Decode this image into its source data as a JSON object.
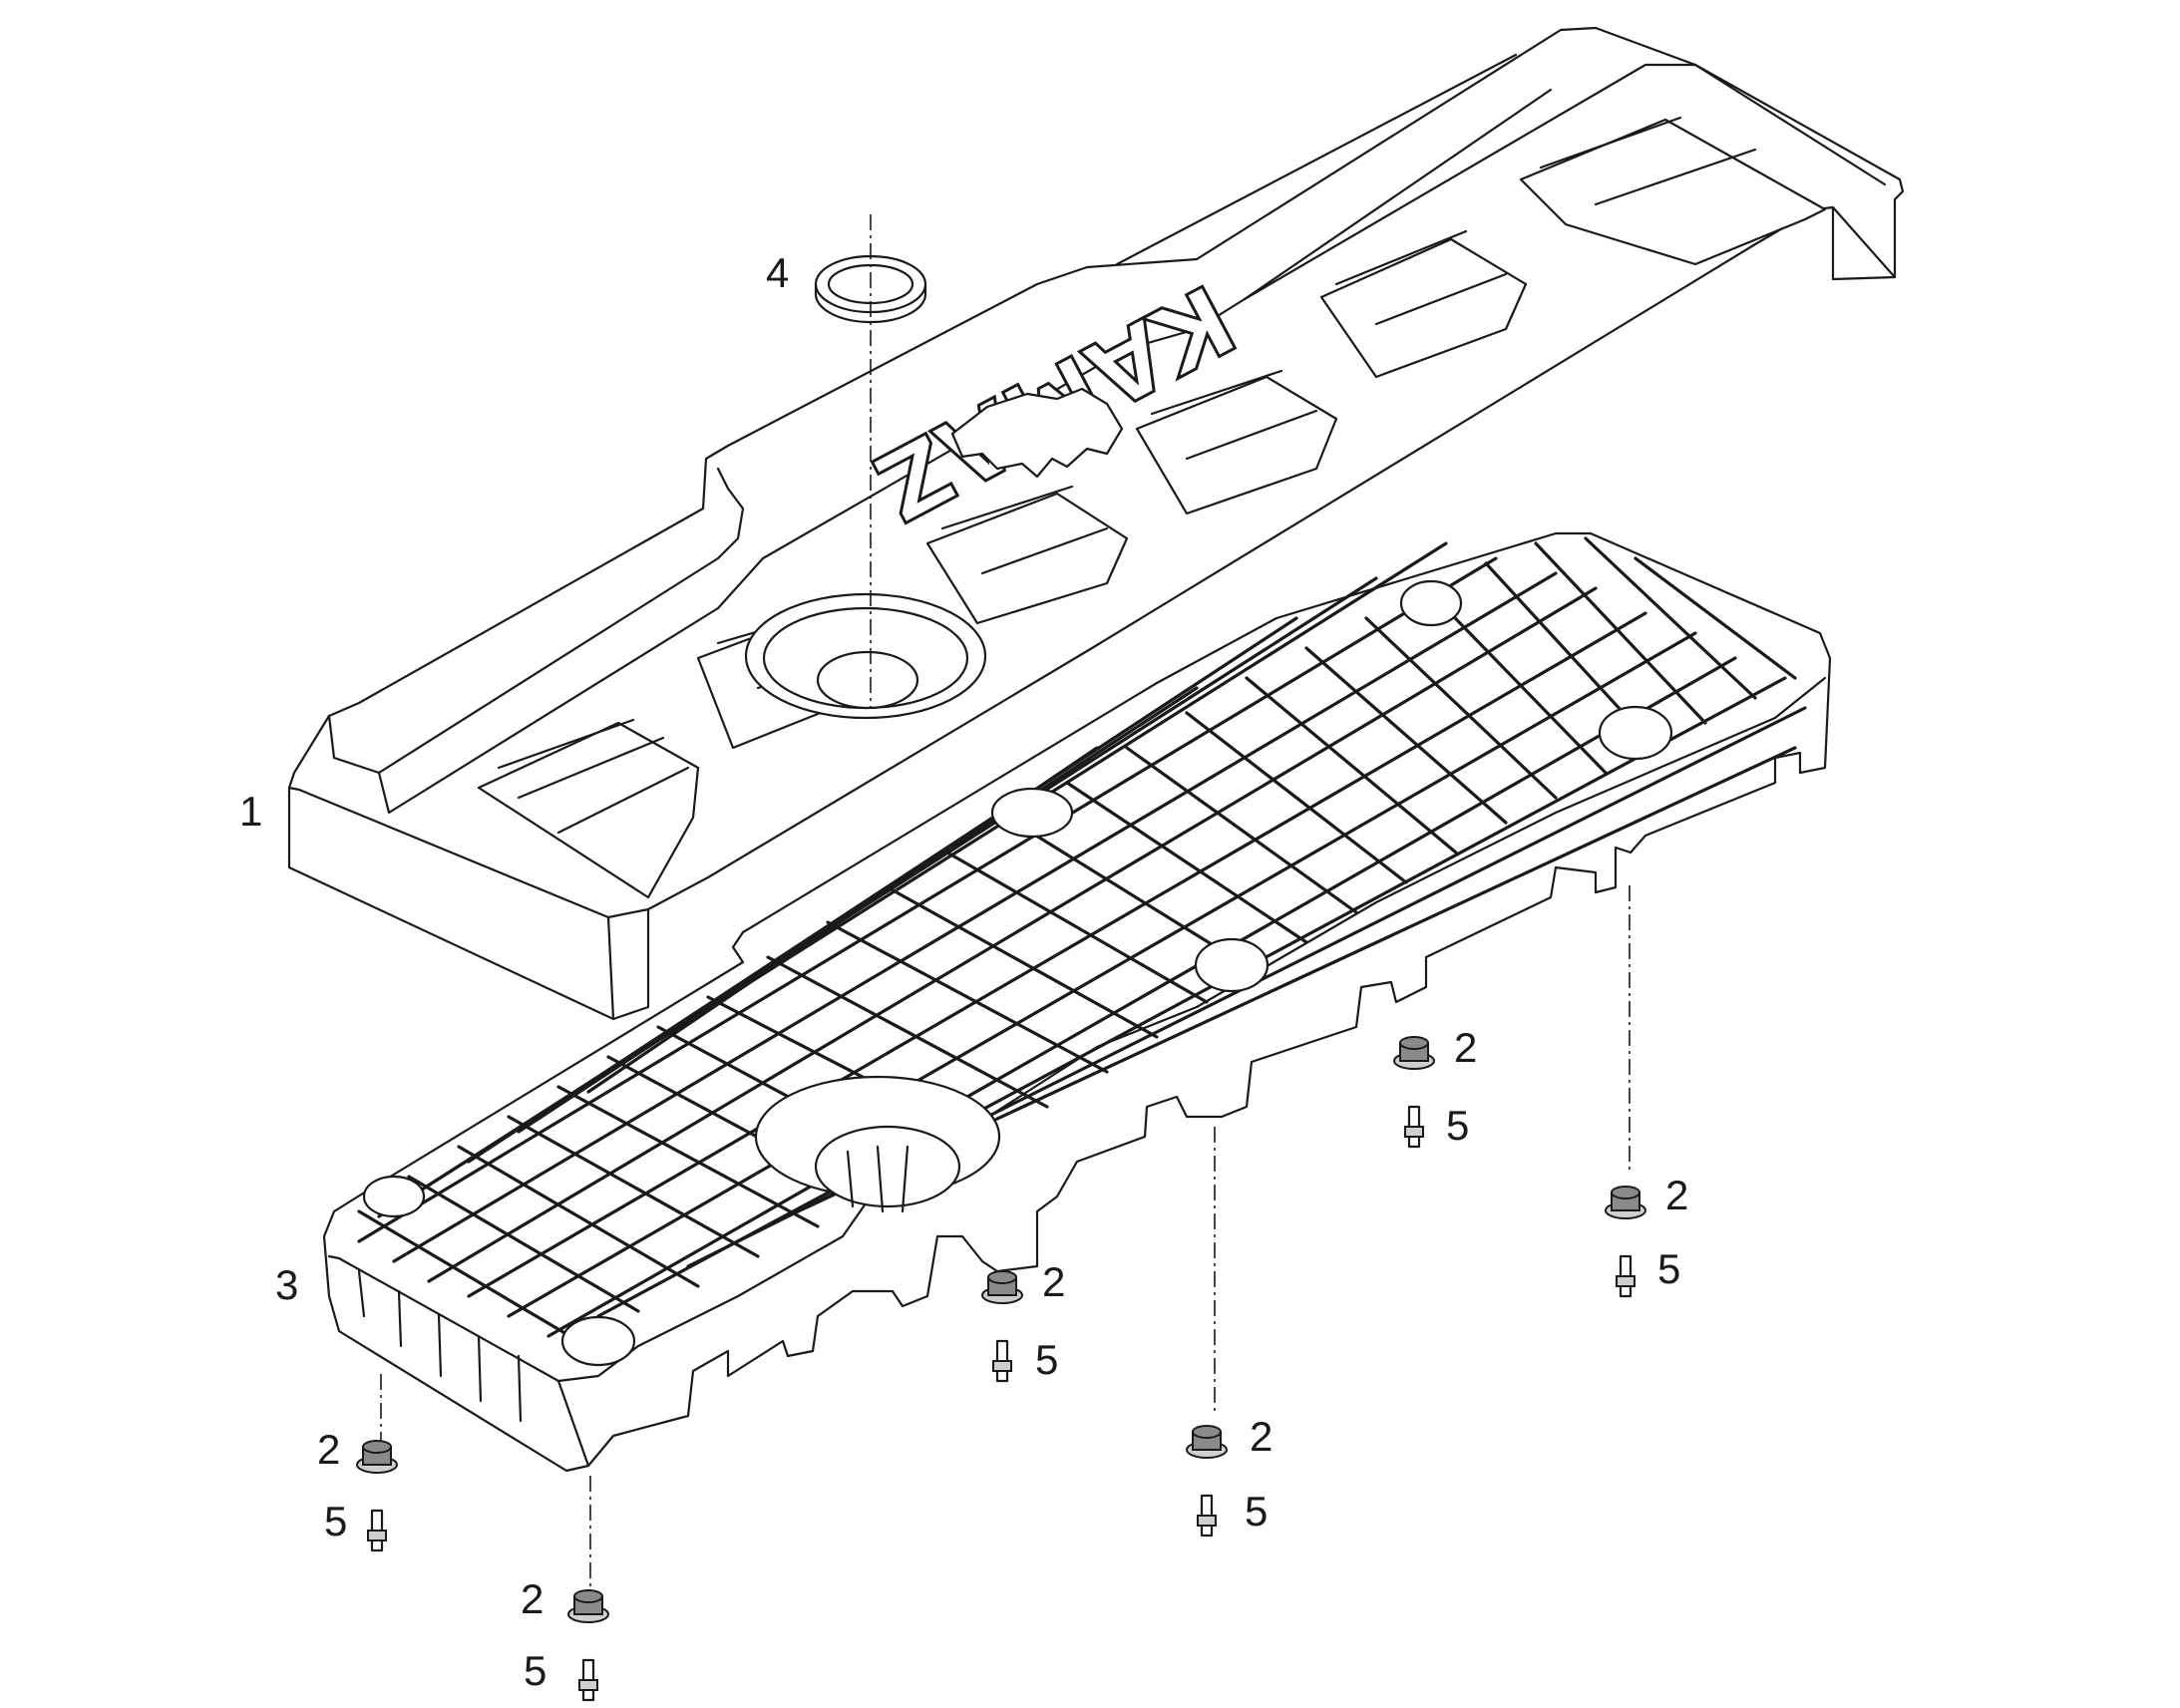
{
  "diagram": {
    "logo_text": "KAMAZ",
    "callouts": [
      {
        "id": "label-1",
        "text": "1"
      },
      {
        "id": "label-4",
        "text": "4"
      },
      {
        "id": "label-3",
        "text": "3"
      },
      {
        "id": "label-2a",
        "text": "2"
      },
      {
        "id": "label-5a",
        "text": "5"
      },
      {
        "id": "label-2b",
        "text": "2"
      },
      {
        "id": "label-5b",
        "text": "5"
      },
      {
        "id": "label-2c",
        "text": "2"
      },
      {
        "id": "label-5c",
        "text": "5"
      },
      {
        "id": "label-2d",
        "text": "2"
      },
      {
        "id": "label-5d",
        "text": "5"
      },
      {
        "id": "label-2e",
        "text": "2"
      },
      {
        "id": "label-5e",
        "text": "5"
      },
      {
        "id": "label-2f",
        "text": "2"
      },
      {
        "id": "label-5f",
        "text": "5"
      }
    ]
  }
}
